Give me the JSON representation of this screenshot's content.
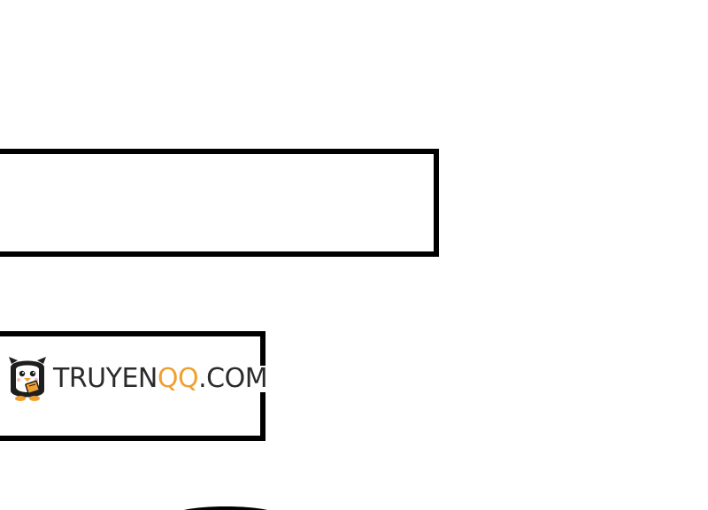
{
  "logo": {
    "text_part1": "TRUYEN",
    "text_part2": "QQ",
    "text_part3": ".COM",
    "mascot_icon": "penguin-icon",
    "accent_color": "#f0a030",
    "text_color": "#2b2b2b"
  }
}
